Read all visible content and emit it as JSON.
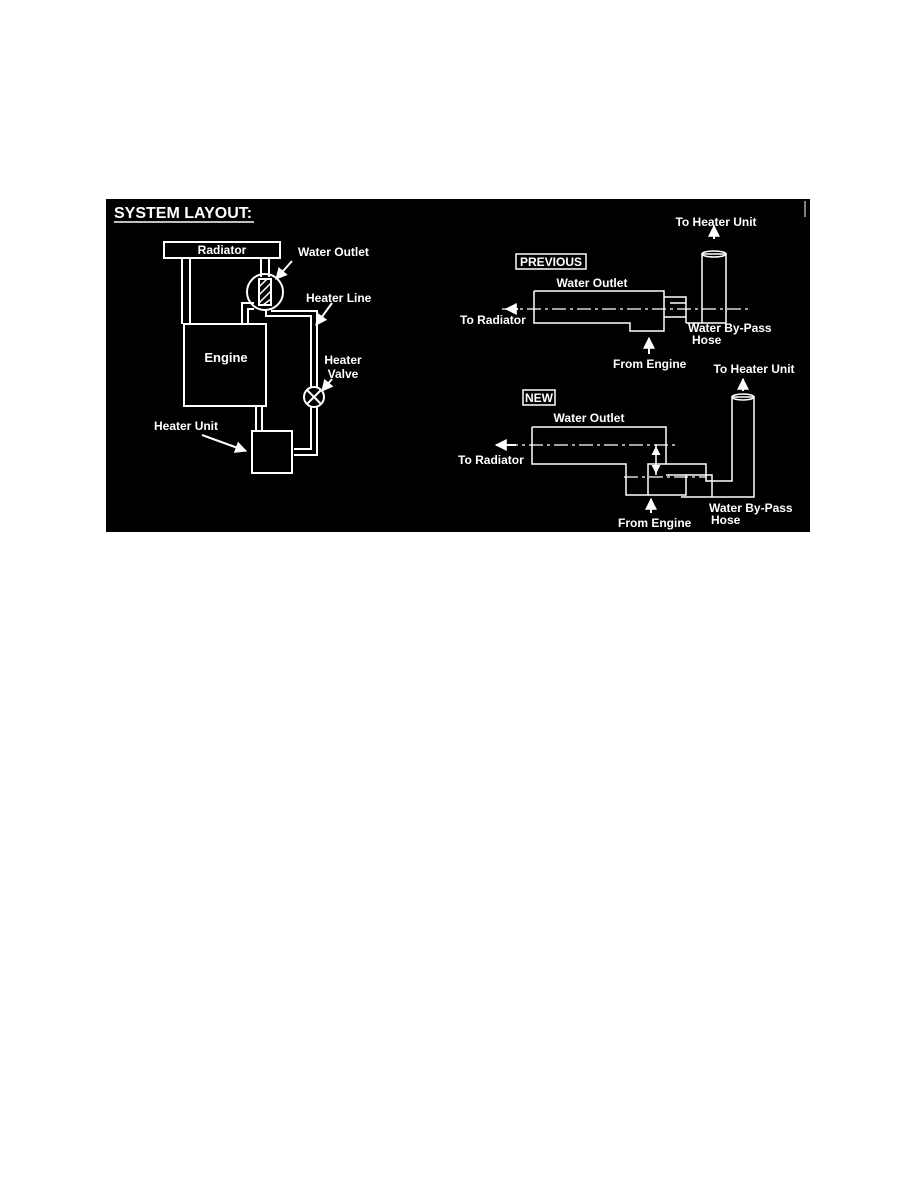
{
  "figure": {
    "title": "SYSTEM LAYOUT:",
    "background": "#000000",
    "foreground": "#ffffff",
    "left_diagram": {
      "radiator_label": "Radiator",
      "water_outlet_label": "Water Outlet",
      "heater_line_label": "Heater Line",
      "engine_label": "Engine",
      "heater_valve_label_line1": "Heater",
      "heater_valve_label_line2": "Valve",
      "heater_unit_label": "Heater Unit"
    },
    "previous": {
      "badge": "PREVIOUS",
      "to_heater_unit": "To Heater Unit",
      "water_outlet": "Water Outlet",
      "to_radiator": "To Radiator",
      "bypass_line1": "Water By-Pass",
      "bypass_line2": "Hose",
      "from_engine": "From Engine"
    },
    "new": {
      "badge": "NEW",
      "to_heater_unit": "To Heater Unit",
      "water_outlet": "Water Outlet",
      "to_radiator": "To Radiator",
      "bypass_line1": "Water By-Pass",
      "bypass_line2": "Hose",
      "from_engine": "From Engine"
    }
  }
}
